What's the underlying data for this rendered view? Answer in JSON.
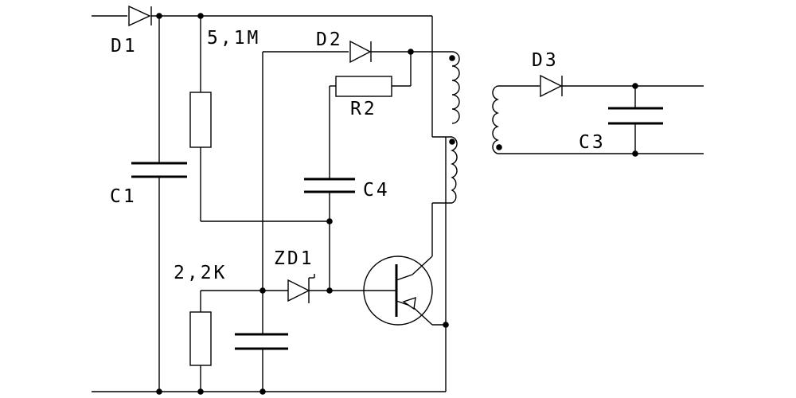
{
  "diagram": {
    "type": "circuit-schematic",
    "components": [
      {
        "key": "d1",
        "kind": "diode",
        "label": "D1"
      },
      {
        "key": "r1",
        "kind": "resistor",
        "label": "5,1M"
      },
      {
        "key": "d2",
        "kind": "diode",
        "label": "D2"
      },
      {
        "key": "r2",
        "kind": "resistor",
        "label": "R2"
      },
      {
        "key": "c1",
        "kind": "capacitor",
        "label": "C1"
      },
      {
        "key": "c4",
        "kind": "capacitor",
        "label": "C4"
      },
      {
        "key": "zd1",
        "kind": "zener-diode",
        "label": "ZD1"
      },
      {
        "key": "r3",
        "kind": "resistor",
        "label": "2,2K"
      },
      {
        "key": "c5",
        "kind": "capacitor",
        "label": ""
      },
      {
        "key": "q1",
        "kind": "npn-transistor",
        "label": ""
      },
      {
        "key": "t1",
        "kind": "transformer",
        "label": ""
      },
      {
        "key": "d3",
        "kind": "diode",
        "label": "D3"
      },
      {
        "key": "c3",
        "kind": "capacitor",
        "label": "C3"
      }
    ]
  }
}
